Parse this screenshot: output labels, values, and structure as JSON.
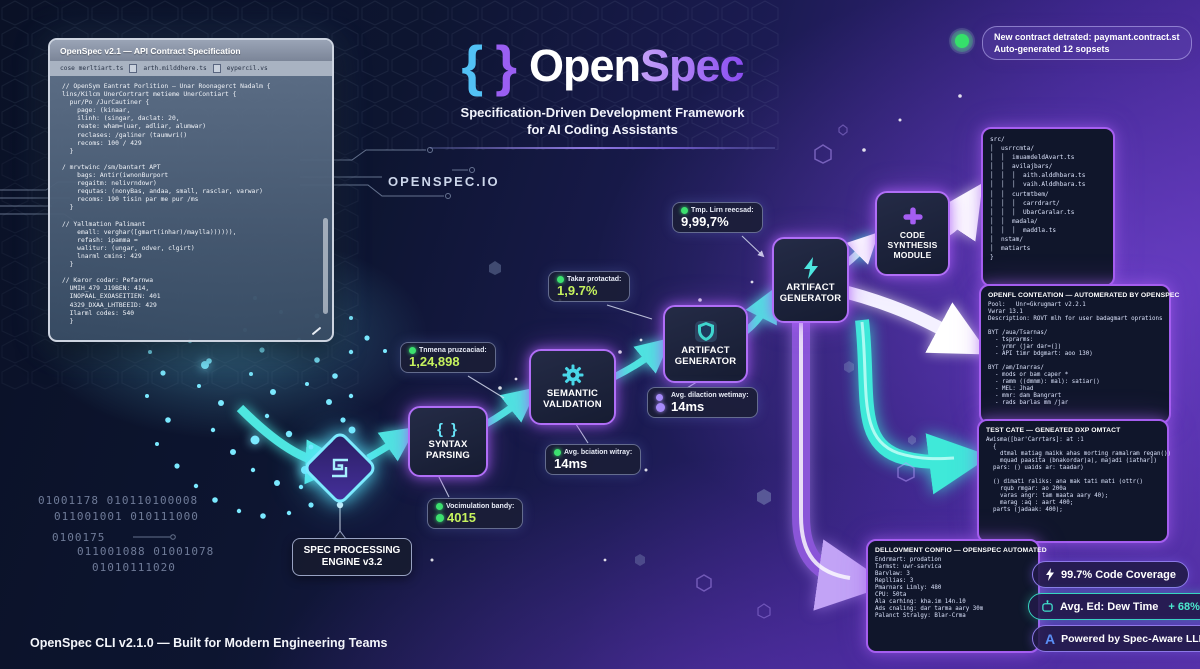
{
  "header": {
    "brace_left": "{",
    "brace_right": "}",
    "logo_open": "Open",
    "logo_spec": "Spec",
    "subtitle1": "Specification-Driven Development Framework",
    "subtitle2": "for AI Coding Assistants"
  },
  "notification": {
    "line1": "New contract detrated: paymant.contract.st",
    "line2": "Auto-generated 12 sopsets"
  },
  "watermark": "OPENSPEC.IO",
  "editor": {
    "title": "OpenSpec v2.1  —  API Contract Specification",
    "tabs": [
      "cose merltiart.ts",
      "arth.milddhere.ts",
      "eypercil.vs"
    ],
    "code_lines": [
      "// OpenSym Eantrat Porlition — Unar Roonagerct Nadalm {",
      "lins/Kilcm UnerCortrart metieme UnerContiart {",
      "  pur/Po /JurCautiner {",
      "    page: (kinaar,",
      "    ilinh: (singar, daclat: 20,",
      "    reate: wham=(uar, adliar, alumwar)",
      "    reclases: /galiner (taumwri()",
      "    recoms: 100 / 429",
      "  }",
      "",
      "/ mrvtwinc /sm/bantart APT",
      "    bags: Antir(iwnonBurport",
      "    regaitm: nelivrndowr)",
      "    requtas: (nonyBas, andaa, small, rasclar, varwar)",
      "    recoms: 190 tisin par me pur /ms",
      "  }",
      "",
      "// Yallmation Palimant",
      "    emall: verghar([gmart(inhar)/maylla)))))),",
      "    refash: ipamma =",
      "    walitur: (ungar, odver, clgirt)",
      "    lnarml cmins: 429",
      "  }",
      "",
      "// Karor codar: Pefarnwa",
      "  UMIH_479 J19BEN: 414,",
      "  INOPAAL_EXOASEITIEN: 401",
      "  4329_DXAA_LHTBEEID: 429",
      "  Ilarml codes: 540",
      "  }"
    ]
  },
  "pipeline": {
    "engine_line1": "SPEC PROCESSING",
    "engine_line2": "ENGINE v3.2",
    "nodes": [
      {
        "label": "SYNTAX PARSING"
      },
      {
        "label": "SEMANTIC VALIDATION"
      },
      {
        "label": "ARTIFACT GENERATOR"
      },
      {
        "label": "ARTIFACT GENERATOR"
      },
      {
        "label": "CODE SYNTHESIS MODULE"
      }
    ]
  },
  "badges": [
    {
      "label": "Tnmena pruzcaciad:",
      "value": "1,24,898"
    },
    {
      "label": "Takar protactad:",
      "value": "1,9.7%"
    },
    {
      "label": "Tmp. Lirn reecsad:",
      "value": "9,99,7%"
    },
    {
      "label": "Avg. bciation witray:",
      "value": "14ms"
    },
    {
      "label": "Avg. dilaction wetimay:",
      "value": "14ms"
    },
    {
      "label": "Vocimulation bandy:",
      "value": "4015"
    }
  ],
  "panels": {
    "file_tree": {
      "lines": [
        "src/",
        "│  usrrcmta/",
        "│  │  imuamdeldAvart.ts",
        "│  │  avilajbars/",
        "│  │  │  aith.alddhbara.ts",
        "│  │  │  vaih.Alddhbara.ts",
        "│  │  curtmtbem/",
        "│  │  │  carrdrart/",
        "│  │  │  UbarCaralar.ts",
        "│  │  madala/",
        "│  │  │  maddla.ts",
        "│  nstam/",
        "│  matiarts",
        "}"
      ]
    },
    "api_config": {
      "title": "OPENFL CONTEATION — AUTOMERATED BY OPENSPEC",
      "lines": [
        "Pool:   Unr=Gkrugmart v2.2.1",
        "Vwrar 13.1",
        "Description: ROVT mlh for user badagmart oprations",
        "",
        "BYT /aua/Tsarnas/",
        "  - tsprarms:",
        "  - yrmr (jar dar=(])",
        "  - API timr bdgmart: aoo 130)",
        "",
        "BYT /am/Inarras/",
        "  - mods or bam caper *",
        "  - ramm ((dmmm): mal): satiar()",
        "  - MEL: Jhad",
        "  - mmr: dam Bangrart",
        "  - rads barlas mm /jar"
      ]
    },
    "test_suite": {
      "title": "TEST CATE — GENEATED DXP OMTACT",
      "lines": [
        "Awisma([bar'Carrtars]: at :1",
        "  {",
        "    dtmal matiag maikk ahas morting ramalram regan())",
        "    mquad paasita (bnakordar)a), majadi (iathar])",
        "  pars: () uaids ar: taadar)",
        "",
        "  () dimati raliks: ana mak tati mati (ottr()",
        "    rqub rmgar: ao 200a",
        "    varas angr: tam maata aary 40);",
        "    marag :aq : aart 400;",
        "  parts (jadaak: 400);"
      ]
    },
    "deployment": {
      "title": "DELLOVMENT CONFIO — OPENSPEC AUTOMATED",
      "lines": [
        "Endrmart: prodation",
        "Tarmst: uwr-sarvica",
        "Barvlaw: 3",
        "Repllias: 3",
        "Pmarnars Limly: 480",
        "CPU: 50ta",
        "Ala carhing: kha.im 14n.10",
        "Ads cnaling: dar tarma aary 30m",
        "Palanct Stralgy: Blar-Crma"
      ]
    }
  },
  "stats": {
    "coverage": {
      "text": "99.7% Code Coverage"
    },
    "build": {
      "text": "Avg. Ed: Dew Time",
      "highlight": "+ 68%"
    },
    "powered": {
      "icon_letter": "A",
      "text": "Powered by Spec-Aware LLM"
    }
  },
  "footer": "OpenSpec CLI v2.1.0 — Built for Modern Engineering Teams",
  "binary": [
    "01001178  010110100008",
    "011001001  010111000",
    "0100175",
    "011001088  01001078",
    "01010111020"
  ],
  "colors": {
    "accent_cyan": "#4ee6e0",
    "accent_purple": "#a55ef0",
    "status_green": "#3ce06f",
    "value_green": "#c6f25e",
    "teal_ribbon": "#3fe9d9"
  }
}
